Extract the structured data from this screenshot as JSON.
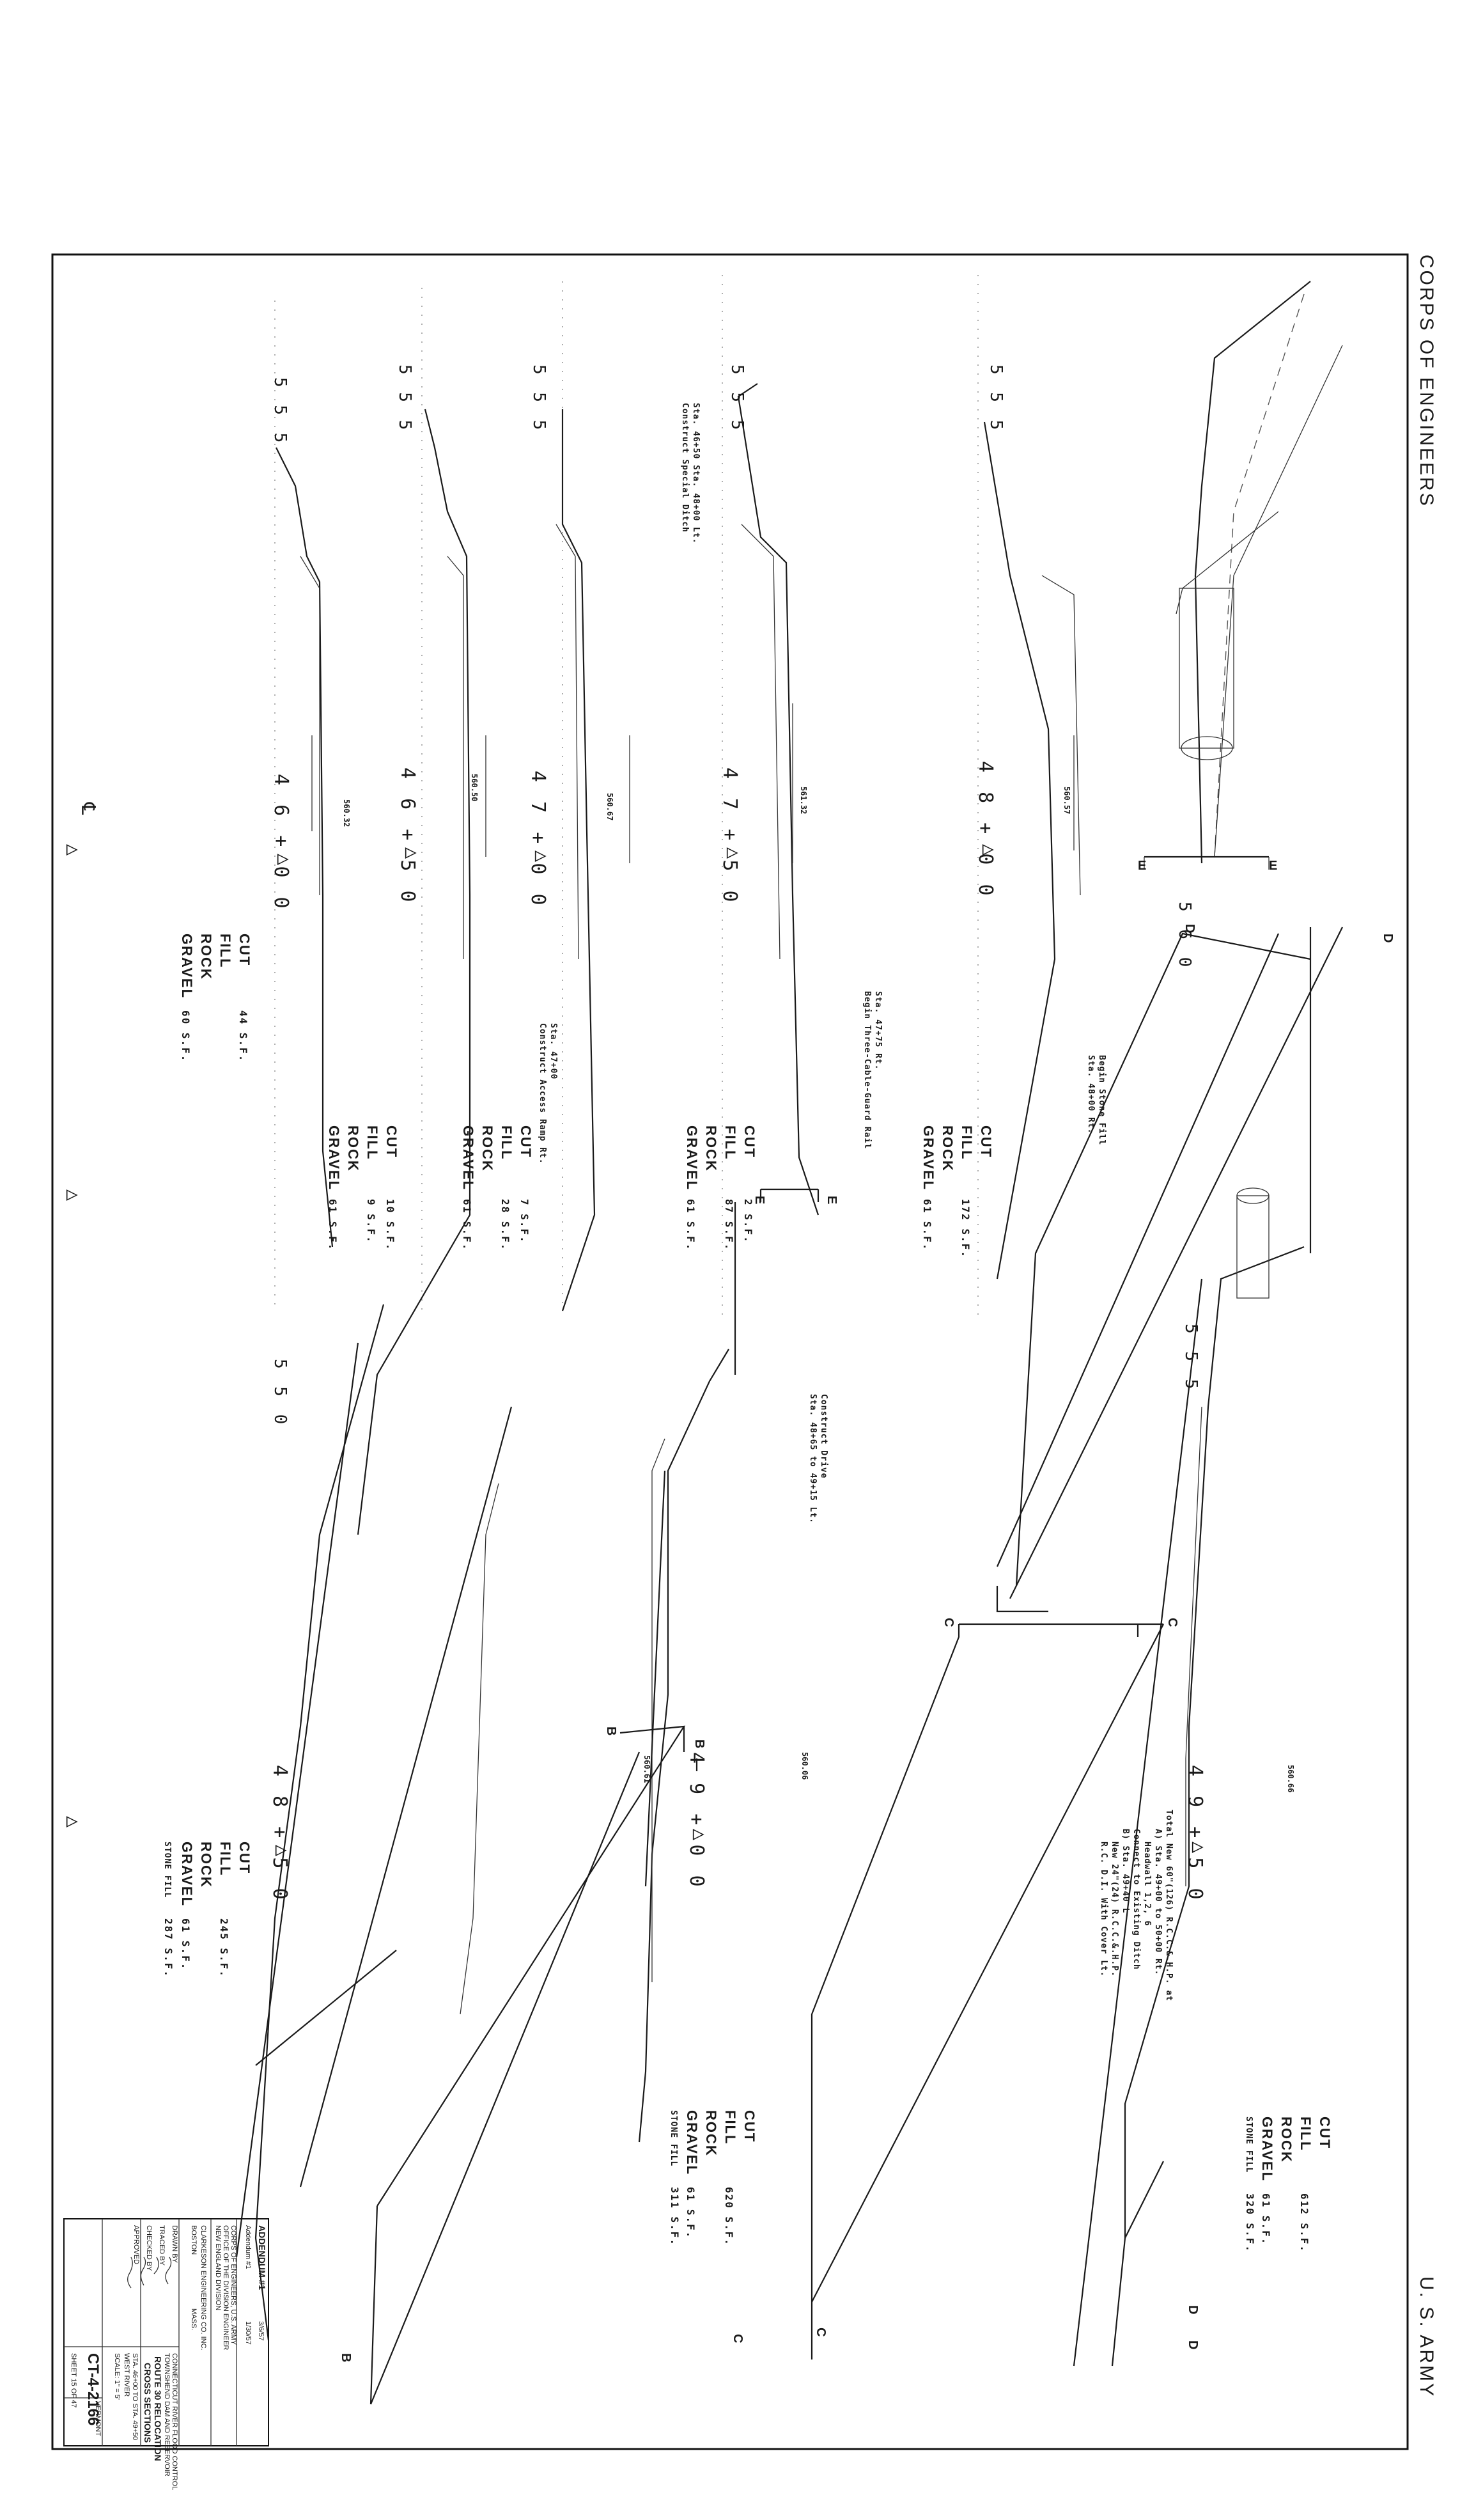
{
  "header": {
    "agency": "CORPS OF ENGINEERS",
    "army": "U. S. ARMY"
  },
  "qty_labels": {
    "cut": "CUT",
    "fill": "FILL",
    "rock": "ROCK",
    "gravel": "GRAVEL",
    "stone_fill": "STONE FILL"
  },
  "elevations": {
    "e555": "5 5 5",
    "e550": "5 5 0",
    "e560": "5 6 0",
    "e555b": "5 5 5"
  },
  "sections": {
    "s4600": {
      "station": "4 6 + 0 0",
      "grade": "560.32",
      "cut": "44 S.F.",
      "gravel": "60 S.F."
    },
    "s4650": {
      "station": "4 6 + 5 0",
      "grade": "560.50",
      "cut": "10 S.F.",
      "fill": "9 S.F.",
      "gravel": "61 S.F."
    },
    "s4700": {
      "station": "4 7 + 0 0",
      "grade": "560.67",
      "cut": "7 S.F.",
      "fill": "28 S.F.",
      "gravel": "61 S.F."
    },
    "s4750": {
      "station": "4 7 + 5 0",
      "grade": "561.32",
      "cut": "2 S.F.",
      "fill": "87 S.F.",
      "gravel": "61 S.F."
    },
    "s4800": {
      "station": "4 8 + 0 0",
      "grade": "560.57",
      "fill": "172 S.F.",
      "gravel": "61 S.F."
    },
    "s4850": {
      "station": "4 8 + 5 0",
      "grade": "560.61",
      "fill": "245 S.F.",
      "gravel": "61 S.F.",
      "stone_fill": "287 S.F."
    },
    "s4900": {
      "station": "4 9 + 0 0",
      "grade": "560.06",
      "fill": "620 S.F.",
      "gravel": "61 S.F.",
      "stone_fill": "311 S.F."
    },
    "s4950": {
      "station": "4 9 + 5 0",
      "grade": "560.66",
      "fill": "612 S.F.",
      "gravel": "61 S.F.",
      "stone_fill": "320 S.F."
    }
  },
  "notes": {
    "n1": "Sta. 46+50 Sta. 48+00 Lt.",
    "n2": "Construct Special Ditch",
    "n3": "Sta. 47+00",
    "n4": "Construct Access Ramp Rt.",
    "n5": "Sta. 47+75 Rt.",
    "n6": "Begin Three-Cable-Guard Rail",
    "n7": "Begin Stone Fill",
    "n8": "Sta. 48+00 Rt.",
    "n9": "Construct Drive",
    "n10": "Sta. 48+65 to 49+15 Lt.",
    "n11": "Total New 60\"(126) R.C.C.&.H.P. at",
    "n12": "A) Sta. 49+00 to 50+00 Rt.",
    "n13": "Headwall 1,2, 6",
    "n14": "Connect to Existing Ditch",
    "n15": "B) Sta. 49+40 L",
    "n16": "New 24\"(24) R.C.C.&.H.P.",
    "n17": "R.C. D.I. With Cover Lt."
  },
  "cut_markers": {
    "b": "B",
    "c": "C",
    "d": "D",
    "e": "E"
  },
  "title_block": {
    "revision": "ADDENDUM #1",
    "rev_date": "3/6/57",
    "rev_desc": "Addendum #1",
    "rev_approved": "1/30/57",
    "corps_line1": "CORPS OF ENGINEERS, U.S. ARMY",
    "corps_line2": "OFFICE OF THE DIVISION ENGINEER",
    "corps_line3": "NEW ENGLAND DIVISION",
    "engineer_firm": "CLARKESON ENGINEERING CO. INC.",
    "city": "BOSTON",
    "state": "MASS.",
    "project_line1": "CONNECTICUT RIVER FLOOD CONTROL",
    "project_line2": "TOWNSHEND DAM AND RESERVOIR",
    "drawing_title": "ROUTE 30 RELOCATION",
    "drawing_sub": "CROSS SECTIONS",
    "stations": "STA. 46+00 TO STA. 49+50",
    "scale": "SCALE: 1\" = 5'",
    "location": "WEST RIVER",
    "state_full": "VERMONT",
    "drawing_no": "CT-4-2166",
    "sheet": "SHEET 15 OF 47",
    "drawn_by": "DRAWN BY",
    "traced_by": "TRACED BY",
    "checked_by": "CHECKED BY",
    "approved_by": "APPROVED"
  }
}
